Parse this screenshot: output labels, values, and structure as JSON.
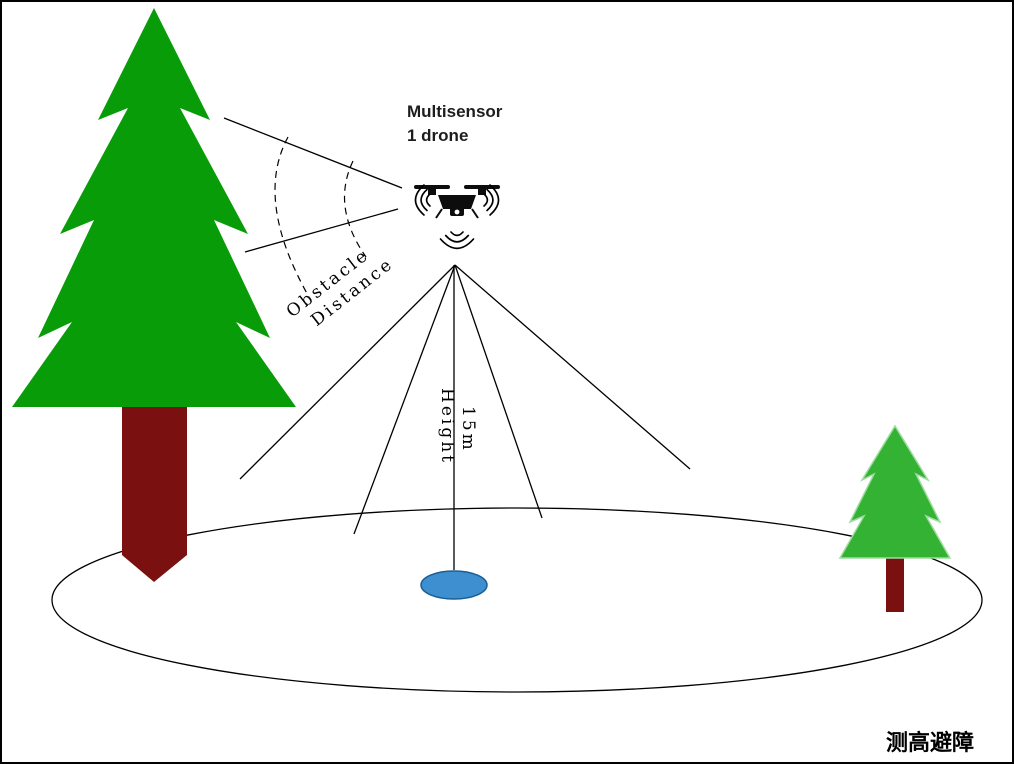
{
  "diagram": {
    "drone_label": {
      "line1": "Multisensor",
      "line2": "1 drone"
    },
    "obstacle_label": {
      "line1": "Obstacle",
      "line2": "Distance"
    },
    "height_annotation": {
      "value": "15m",
      "label": "Height"
    },
    "caption": "测高避障"
  },
  "colors": {
    "large_tree_green": "#089c08",
    "small_tree_green": "#33b233",
    "trunk_dark_red": "#7a1010",
    "small_trunk_dark_red": "#7a1010",
    "spot_blue": "#3d8fd0",
    "spot_blue_border": "#1b5e93",
    "line_black": "#000000"
  }
}
